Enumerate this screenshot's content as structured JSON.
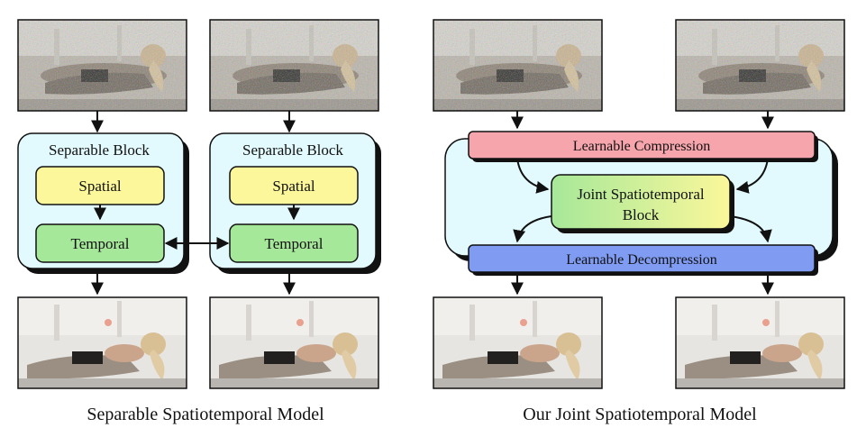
{
  "left": {
    "caption": "Separable Spatiotemporal Model",
    "block_title": "Separable Block",
    "spatial_label": "Spatial",
    "temporal_label": "Temporal"
  },
  "right": {
    "caption": "Our Joint Spatiotemporal Model",
    "compression_label": "Learnable Compression",
    "joint_label_line1": "Joint Spatiotemporal",
    "joint_label_line2": "Block",
    "decompression_label": "Learnable Decompression"
  },
  "colors": {
    "block_fill": "#e2fafd",
    "spatial_fill": "#fbf79a",
    "temporal_fill": "#a6e899",
    "compression_fill": "#f6a5ad",
    "decompression_fill": "#7f9bf2",
    "joint_gradient_start": "#a6e899",
    "joint_gradient_end": "#fbf79a",
    "noise_tint": "#b9b2a8",
    "clean_bg": "#dcdad6"
  },
  "images": {
    "noisy": "noisy-video-frame",
    "clean": "denoised-video-frame"
  }
}
